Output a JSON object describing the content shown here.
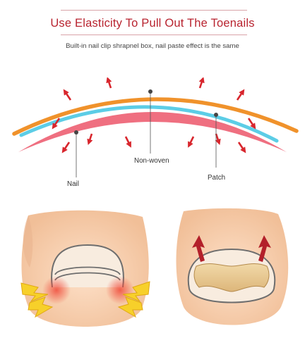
{
  "header": {
    "title": "Use Elasticity To Pull Out The Toenails",
    "subtitle": "Built-in nail clip shrapnel box, nail paste effect is the same",
    "accent_color": "#b8232f"
  },
  "diagram": {
    "labels": {
      "nail": "Nail",
      "non_woven": "Non-woven",
      "patch": "Patch"
    },
    "layer_colors": {
      "patch_layer": "#f0922b",
      "non_woven_layer": "#5ccde6",
      "nail_layer": "#ef6f80"
    },
    "arrow_icon": "red-arrow-icon"
  },
  "illustrations": [
    {
      "name": "pinched-toe-illustration",
      "icons": [
        "lightning-pain-icon"
      ]
    },
    {
      "name": "patched-toe-illustration",
      "icons": [
        "lift-arrow-icon"
      ]
    }
  ]
}
